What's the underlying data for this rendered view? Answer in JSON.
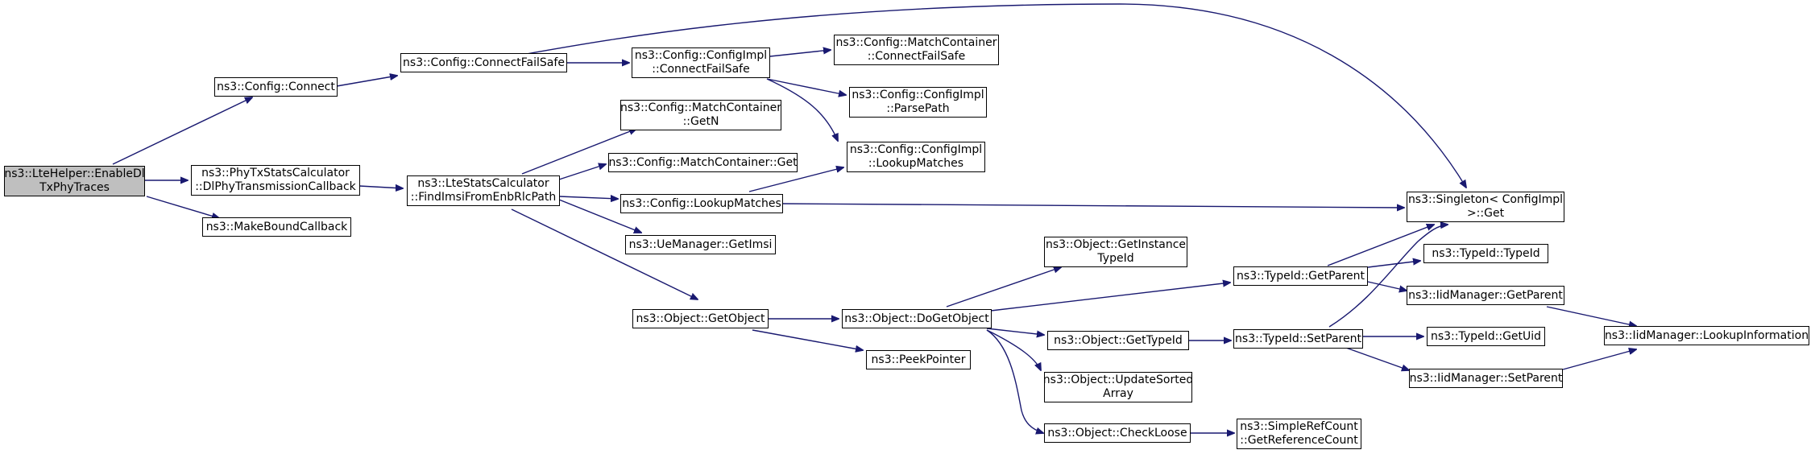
{
  "colors": {
    "edge": "#191970",
    "node_border": "#000000",
    "root_fill": "#bfbfbf",
    "node_fill": "#ffffff"
  },
  "nodes": {
    "enable_dl": {
      "lines": [
        "ns3::LteHelper::EnableDl",
        "TxPhyTraces"
      ]
    },
    "config_connect": {
      "lines": [
        "ns3::Config::Connect"
      ]
    },
    "dl_phy_tx_cb": {
      "lines": [
        "ns3::PhyTxStatsCalculator",
        "::DlPhyTransmissionCallback"
      ]
    },
    "make_bound_cb": {
      "lines": [
        "ns3::MakeBoundCallback"
      ]
    },
    "connect_fail_safe": {
      "lines": [
        "ns3::Config::ConnectFailSafe"
      ]
    },
    "find_imsi": {
      "lines": [
        "ns3::LteStatsCalculator",
        "::FindImsiFromEnbRlcPath"
      ]
    },
    "configimpl_cfs": {
      "lines": [
        "ns3::Config::ConfigImpl",
        "::ConnectFailSafe"
      ]
    },
    "mc_getn": {
      "lines": [
        "ns3::Config::MatchContainer",
        "::GetN"
      ]
    },
    "mc_get": {
      "lines": [
        "ns3::Config::MatchContainer::Get"
      ]
    },
    "lookup_matches": {
      "lines": [
        "ns3::Config::LookupMatches"
      ]
    },
    "ue_get_imsi": {
      "lines": [
        "ns3::UeManager::GetImsi"
      ]
    },
    "object_getobject": {
      "lines": [
        "ns3::Object::GetObject"
      ]
    },
    "mc_cfs": {
      "lines": [
        "ns3::Config::MatchContainer",
        "::ConnectFailSafe"
      ]
    },
    "ci_parsepath": {
      "lines": [
        "ns3::Config::ConfigImpl",
        "::ParsePath"
      ]
    },
    "ci_lookup": {
      "lines": [
        "ns3::Config::ConfigImpl",
        "::LookupMatches"
      ]
    },
    "object_dogetobject": {
      "lines": [
        "ns3::Object::DoGetObject"
      ]
    },
    "peek_pointer": {
      "lines": [
        "ns3::PeekPointer"
      ]
    },
    "get_instance_typeid": {
      "lines": [
        "ns3::Object::GetInstance",
        "TypeId"
      ]
    },
    "object_gettypeid": {
      "lines": [
        "ns3::Object::GetTypeId"
      ]
    },
    "update_sorted": {
      "lines": [
        "ns3::Object::UpdateSorted",
        "Array"
      ]
    },
    "check_loose": {
      "lines": [
        "ns3::Object::CheckLoose"
      ]
    },
    "typeid_getparent": {
      "lines": [
        "ns3::TypeId::GetParent"
      ]
    },
    "typeid_setparent": {
      "lines": [
        "ns3::TypeId::SetParent"
      ]
    },
    "simple_refcount": {
      "lines": [
        "ns3::SimpleRefCount",
        "::GetReferenceCount"
      ]
    },
    "singleton_get": {
      "lines": [
        "ns3::Singleton< ConfigImpl",
        " >::Get"
      ]
    },
    "typeid_typeid": {
      "lines": [
        "ns3::TypeId::TypeId"
      ]
    },
    "iid_getparent": {
      "lines": [
        "ns3::IidManager::GetParent"
      ]
    },
    "typeid_getuid": {
      "lines": [
        "ns3::TypeId::GetUid"
      ]
    },
    "iid_setparent": {
      "lines": [
        "ns3::IidManager::SetParent"
      ]
    },
    "iid_lookup": {
      "lines": [
        "ns3::IidManager::LookupInformation"
      ]
    }
  }
}
